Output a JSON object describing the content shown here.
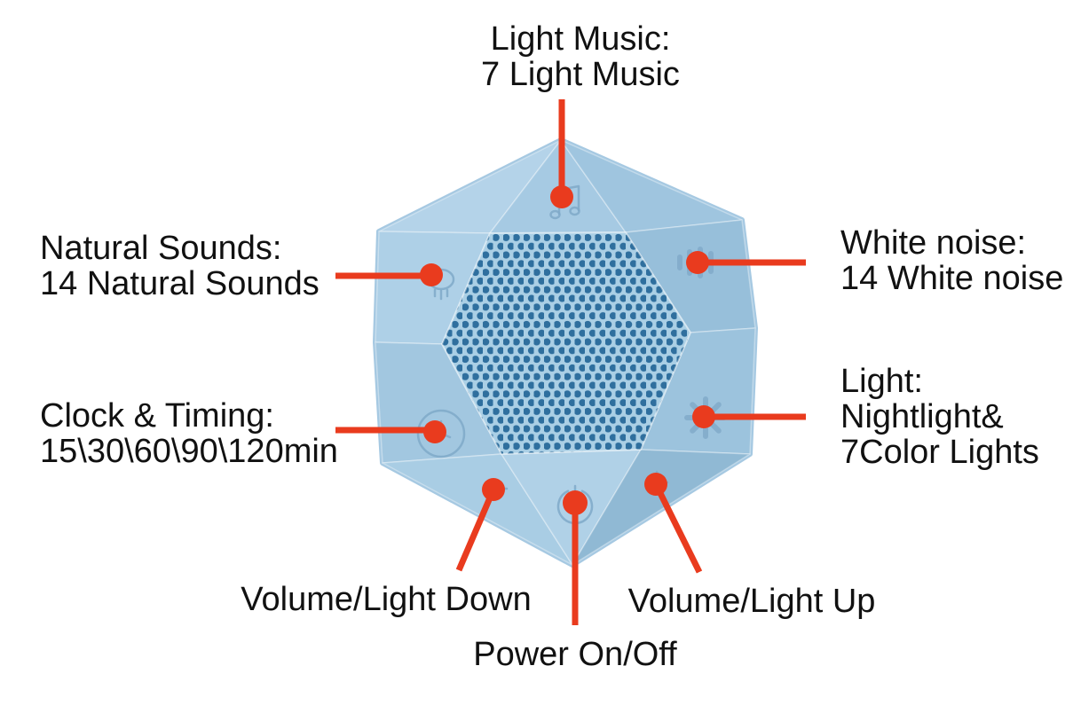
{
  "diagram_title": "Hexagonal speaker button diagram",
  "colors": {
    "accent_red": "#e93b1e",
    "body_blue": "#a6c9e2",
    "grille_bg": "#aacfe5",
    "grille_hole": "#2f6f9e",
    "emboss": "#7fa9c8",
    "text": "#111111",
    "background": "#ffffff"
  },
  "device": {
    "name": "hexagonal-speaker",
    "buttons": [
      {
        "icon": "music-note-icon",
        "function": "Light Music"
      },
      {
        "icon": "nature-icon",
        "function": "Natural Sounds"
      },
      {
        "icon": "sound-wave-icon",
        "function": "White noise"
      },
      {
        "icon": "clock-icon",
        "function": "Clock & Timing"
      },
      {
        "icon": "sun-light-icon",
        "function": "Light"
      },
      {
        "icon": "minus-icon",
        "function": "Volume/Light Down"
      },
      {
        "icon": "power-icon",
        "function": "Power On/Off"
      },
      {
        "icon": "plus-icon",
        "function": "Volume/Light Up"
      }
    ]
  },
  "callouts": {
    "light_music": {
      "lines": [
        "Light Music:",
        "7 Light Music"
      ]
    },
    "natural_sounds": {
      "lines": [
        "Natural Sounds:",
        "14 Natural Sounds"
      ]
    },
    "white_noise": {
      "lines": [
        "White noise:",
        "14 White noise"
      ]
    },
    "clock_timing": {
      "lines": [
        "Clock & Timing:",
        "15\\30\\60\\90\\120min"
      ]
    },
    "light": {
      "lines": [
        "Light:",
        "Nightlight&",
        "7Color Lights"
      ]
    },
    "volume_down": {
      "lines": [
        "Volume/Light Down"
      ]
    },
    "power": {
      "lines": [
        "Power On/Off"
      ]
    },
    "volume_up": {
      "lines": [
        "Volume/Light Up"
      ]
    }
  }
}
